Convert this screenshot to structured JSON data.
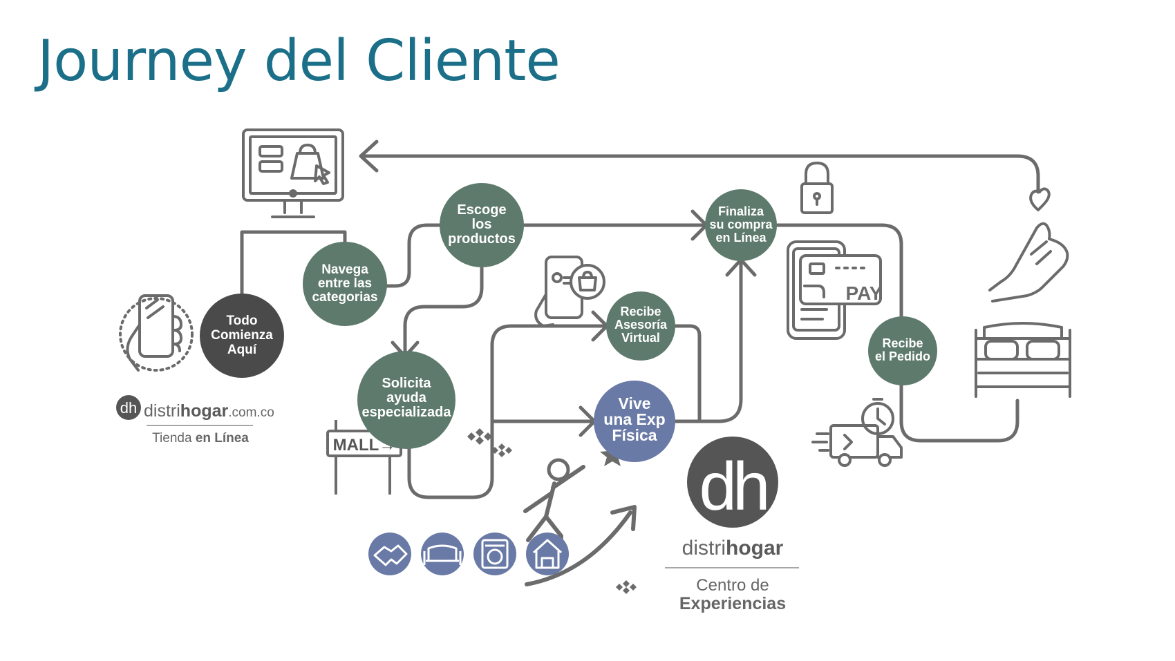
{
  "title": "Journey del Cliente",
  "colors": {
    "title": "#1b6f88",
    "node_green": "#5e7a6c",
    "node_dark": "#4a4a4a",
    "node_blue": "#6a7aa6",
    "line": "#6b6b6b"
  },
  "nodes": {
    "todo": [
      "Todo",
      "Comienza",
      "Aquí"
    ],
    "navega": [
      "Navega",
      "entre las",
      "categorias"
    ],
    "escoge": [
      "Escoge",
      "los",
      "productos"
    ],
    "solicita": [
      "Solicita",
      "ayuda",
      "especializada"
    ],
    "recibe_asesoria": [
      "Recibe",
      "Asesoría",
      "Virtual"
    ],
    "vive": [
      "Vive",
      "una Exp",
      "Física"
    ],
    "finaliza": [
      "Finaliza",
      "su compra",
      "en Línea"
    ],
    "recibe_pedido": [
      "Recibe",
      "el Pedido"
    ]
  },
  "labels": {
    "mall_sign": "MALL→",
    "pay": "PAY"
  },
  "brand_online": {
    "logo": "dh",
    "name_light": "distri",
    "name_bold": "hogar",
    "domain": ".com.co",
    "tagline_light": "Tienda ",
    "tagline_bold": "en Línea"
  },
  "brand_center": {
    "logo": "dh",
    "name_light": "distri",
    "name_bold": "hogar",
    "line1": "Centro de",
    "line2": "Experiencias"
  },
  "icons": {
    "computer": "desktop-shopping-icon",
    "phone": "smartphone-hand-icon",
    "lock": "padlock-icon",
    "pay_card": "phone-pay-card-icon",
    "heart_hand": "heart-hand-icon",
    "bed": "bed-icon",
    "truck": "delivery-truck-icon",
    "chat_phone": "phone-shopping-chat-icon",
    "stairs": "person-climbing-arrow-icon",
    "experience_icons": [
      "handshake-icon",
      "sofa-icon",
      "washer-icon",
      "store-icon"
    ]
  }
}
